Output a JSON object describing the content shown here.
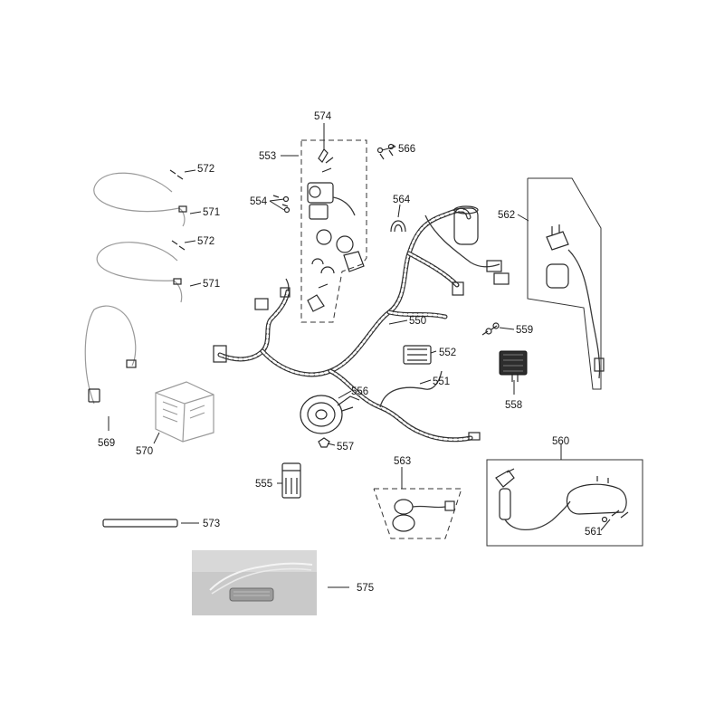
{
  "parts": {
    "p550": "550",
    "p551": "551",
    "p552": "552",
    "p553": "553",
    "p554": "554",
    "p555": "555",
    "p556": "556",
    "p557": "557",
    "p558": "558",
    "p559": "559",
    "p560": "560",
    "p561": "561",
    "p562": "562",
    "p563": "563",
    "p564": "564",
    "p566": "566",
    "p569": "569",
    "p570": "570",
    "p571a": "571",
    "p571b": "571",
    "p572a": "572",
    "p572b": "572",
    "p573": "573",
    "p574": "574",
    "p575": "575"
  },
  "photo": {
    "background": "#c9c9c9"
  }
}
